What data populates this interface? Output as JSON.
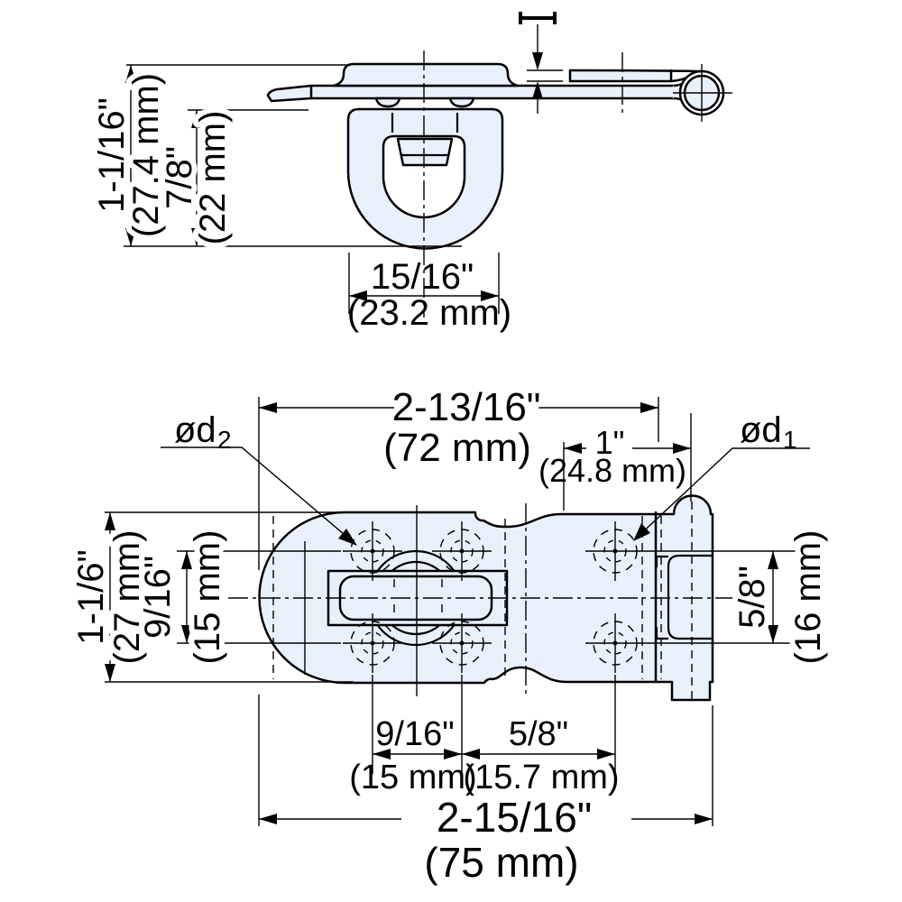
{
  "drawing": {
    "type": "technical-dimension-drawing",
    "subject": "swing hasp latch, side elevation and plan view"
  },
  "colors": {
    "background": "#ffffff",
    "part_fill": "#e8f1fb",
    "line": "#000000"
  },
  "icons": {
    "thickness_symbol": "rotated-t-thickness-mark"
  },
  "side_view": {
    "dims": {
      "overall_height": {
        "imperial": "1-1/16\"",
        "metric": "(27.4 mm)"
      },
      "staple_height": {
        "imperial": "7/8\"",
        "metric": "(22 mm)"
      },
      "staple_width": {
        "imperial": "15/16\"",
        "metric": "(23.2 mm)"
      }
    }
  },
  "plan_view": {
    "dims": {
      "body_length": {
        "imperial": "2-13/16\"",
        "metric": "(72 mm)"
      },
      "hinge_offset": {
        "imperial": "1\"",
        "metric": "(24.8 mm)"
      },
      "body_height": {
        "imperial": "1-1/6\"",
        "metric": "(27 mm)"
      },
      "hole_rows_left": {
        "imperial": "9/16\"",
        "metric": "(15 mm)"
      },
      "hole_rows_right": {
        "imperial": "5/8\"",
        "metric": "(16 mm)"
      },
      "hole_cols_left": {
        "imperial": "9/16\"",
        "metric": "(15 mm)"
      },
      "hole_cols_right": {
        "imperial": "5/8\"",
        "metric": "(15.7 mm)"
      },
      "overall_length": {
        "imperial": "2-15/16\"",
        "metric": "(75 mm)"
      }
    },
    "labels": {
      "hole_d2": {
        "text": "ød",
        "sub": "2"
      },
      "hole_d1": {
        "text": "ød",
        "sub": "1"
      }
    }
  }
}
